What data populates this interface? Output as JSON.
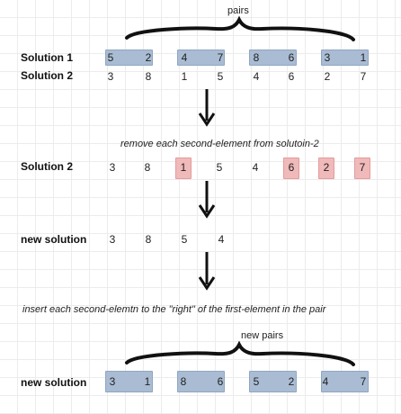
{
  "titles": {
    "pairs": "pairs",
    "new_pairs": "new pairs"
  },
  "rows": {
    "solution1": {
      "label": "Solution 1",
      "values": [
        "5",
        "2",
        "4",
        "7",
        "8",
        "6",
        "3",
        "1"
      ]
    },
    "solution2": {
      "label": "Solution 2",
      "values": [
        "3",
        "8",
        "1",
        "5",
        "4",
        "6",
        "2",
        "7"
      ]
    },
    "solution2_marked": {
      "label": "Solution 2",
      "values": [
        "3",
        "8",
        "1",
        "5",
        "4",
        "6",
        "2",
        "7"
      ]
    },
    "new_solution": {
      "label": "new solution",
      "values": [
        "3",
        "8",
        "5",
        "4"
      ]
    },
    "new_solution_final": {
      "label": "new solution",
      "values": [
        "3",
        "1",
        "8",
        "6",
        "5",
        "2",
        "4",
        "7"
      ]
    }
  },
  "captions": {
    "step1": "remove each second-element from solutoin-2",
    "step2": "insert each second-elemtn to the \"right\" of the first-element in the pair"
  },
  "colors": {
    "pair_fill": "#a9bcd3",
    "removed_fill": "#f0b9ba",
    "grid": "#ececec"
  }
}
